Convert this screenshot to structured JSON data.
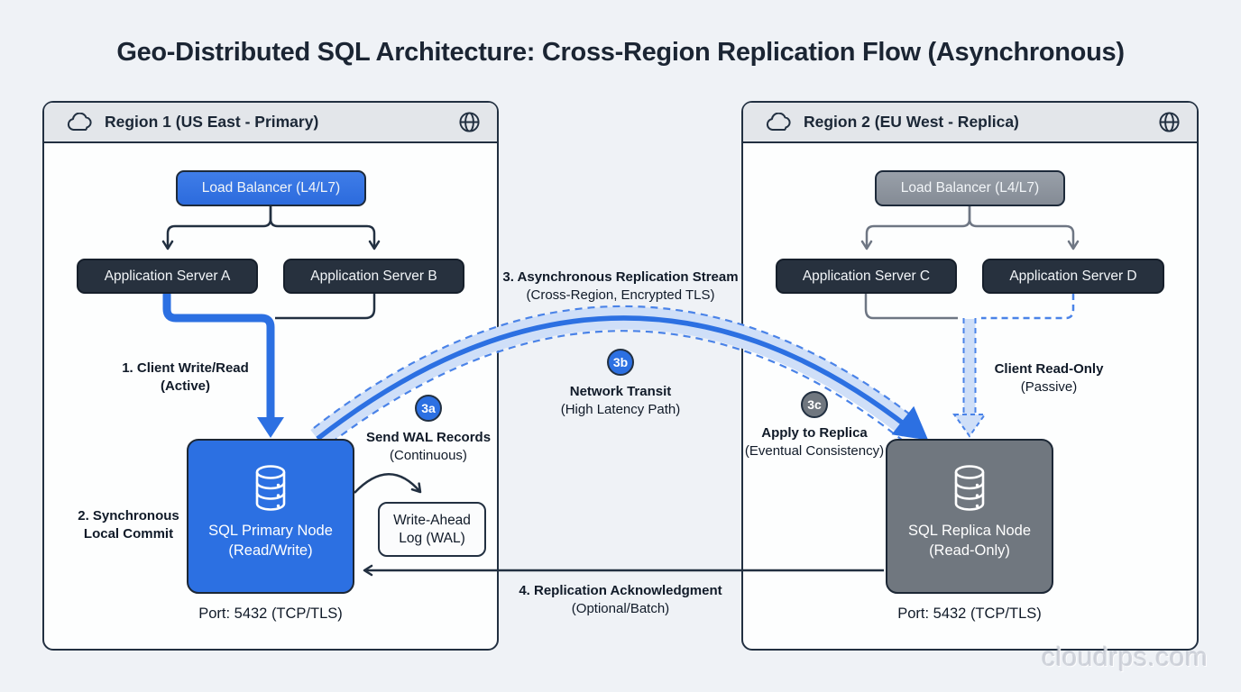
{
  "title": "Geo-Distributed SQL Architecture: Cross-Region Replication Flow (Asynchronous)",
  "watermark": "cloudrps.com",
  "colors": {
    "accent_blue": "#2c70e2",
    "dark_navy": "#223041",
    "light_blue_band": "#cfdff8",
    "dashed_blue": "#4a83e8",
    "node_gray": "#70777f",
    "server_dark": "#27313e",
    "header_gray": "#e3e6ea",
    "page_bg": "#eff2f6"
  },
  "region1": {
    "header": "Region 1 (US East - Primary)",
    "load_balancer": "Load Balancer (L4/L7)",
    "servers": [
      "Application Server A",
      "Application Server B"
    ],
    "node": {
      "line1": "SQL Primary Node",
      "line2": "(Read/Write)"
    },
    "wal": {
      "line1": "Write-Ahead",
      "line2": "Log (WAL)"
    },
    "port": "Port: 5432 (TCP/TLS)"
  },
  "region2": {
    "header": "Region 2 (EU West - Replica)",
    "load_balancer": "Load Balancer (L4/L7)",
    "servers": [
      "Application Server C",
      "Application Server D"
    ],
    "node": {
      "line1": "SQL Replica Node",
      "line2": "(Read-Only)"
    },
    "port": "Port: 5432 (TCP/TLS)"
  },
  "annotations": {
    "step1": {
      "line1": "1. Client Write/Read",
      "line2": "(Active)"
    },
    "step2": {
      "line1": "2. Synchronous",
      "line2": "Local Commit"
    },
    "step3": {
      "line1": "3. Asynchronous Replication Stream",
      "line2": "(Cross-Region, Encrypted TLS)"
    },
    "step3a": {
      "badge": "3a",
      "line1": "Send WAL Records",
      "line2": "(Continuous)"
    },
    "step3b": {
      "badge": "3b",
      "line1": "Network Transit",
      "line2": "(High Latency Path)"
    },
    "step3c": {
      "badge": "3c",
      "line1": "Apply to Replica",
      "line2": "(Eventual Consistency)"
    },
    "step4": {
      "line1": "4. Replication Acknowledgment",
      "line2": "(Optional/Batch)"
    },
    "client_read": {
      "line1": "Client Read-Only",
      "line2": "(Passive)"
    }
  }
}
